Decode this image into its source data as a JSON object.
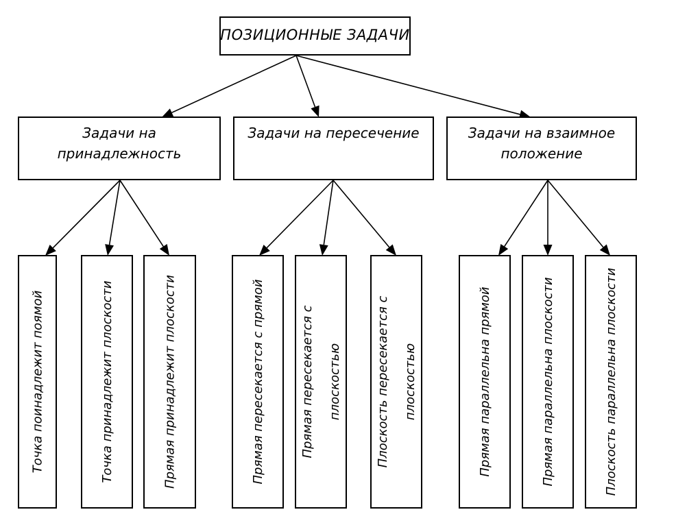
{
  "title": "ПОЗИЦИОННЫЕ ЗАДАЧИ",
  "colors": {
    "stroke": "#000000",
    "background": "#ffffff",
    "text": "#000000"
  },
  "root": {
    "id": "root",
    "label": [
      "ПОЗИЦИОННЫЕ ЗАДАЧИ"
    ]
  },
  "categories": [
    {
      "id": "membership",
      "label": [
        "Задачи на",
        "принадлежность"
      ],
      "children": [
        {
          "id": "m1",
          "label": [
            "Точка поинадлежит поямой"
          ]
        },
        {
          "id": "m2",
          "label": [
            "Точка принадлежит плоскости"
          ]
        },
        {
          "id": "m3",
          "label": [
            "Прямая принадлежит плоскости"
          ]
        }
      ]
    },
    {
      "id": "intersection",
      "label": [
        "Задачи на пересечение"
      ],
      "children": [
        {
          "id": "i1",
          "label": [
            "Прямая пересекается с прямой"
          ]
        },
        {
          "id": "i2",
          "label": [
            "Прямая пересекается с",
            "плоскостью"
          ]
        },
        {
          "id": "i3",
          "label": [
            "Плоскость пересекается с",
            "плоскостью"
          ]
        }
      ]
    },
    {
      "id": "relative-position",
      "label": [
        "Задачи на взаимное",
        "положение"
      ],
      "children": [
        {
          "id": "r1",
          "label": [
            "Прямая параллельна прямой"
          ]
        },
        {
          "id": "r2",
          "label": [
            "Прямая параллельна плоскости"
          ]
        },
        {
          "id": "r3",
          "label": [
            "Плоскость параллельна плоскости"
          ]
        }
      ]
    }
  ]
}
